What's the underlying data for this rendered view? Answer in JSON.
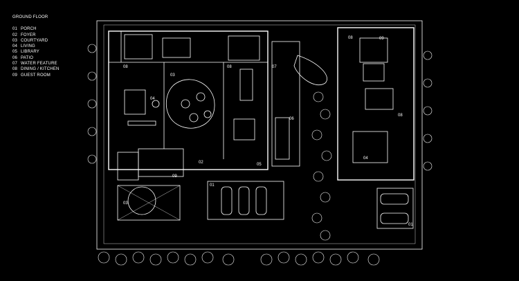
{
  "legend": {
    "title": "GROUND FLOOR",
    "items": [
      {
        "num": "01",
        "label": "PORCH"
      },
      {
        "num": "02",
        "label": "FOYER"
      },
      {
        "num": "03",
        "label": "COURTYARD"
      },
      {
        "num": "04",
        "label": "LIVING"
      },
      {
        "num": "05",
        "label": "LIBRARY"
      },
      {
        "num": "06",
        "label": "PATIO"
      },
      {
        "num": "07",
        "label": "WATER FEATURE"
      },
      {
        "num": "08",
        "label": "DINING / KITCHEN"
      },
      {
        "num": "09",
        "label": "GUEST ROOM"
      }
    ]
  },
  "plan_labels": [
    "08",
    "03",
    "08",
    "07",
    "04",
    "06",
    "05",
    "02",
    "09",
    "03",
    "01",
    "08",
    "09",
    "08",
    "04",
    "01"
  ],
  "colors": {
    "background": "#000000",
    "lines": "#ffffff"
  }
}
